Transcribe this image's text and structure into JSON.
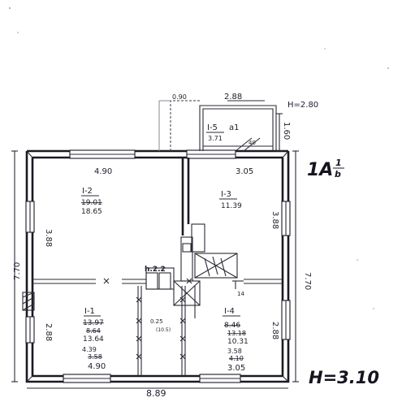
{
  "sheet": {
    "label": "1A",
    "label_fraction_top": "1",
    "label_fraction_bottom": "b",
    "height_main": "H=3.10",
    "height_annex": "H=2.80"
  },
  "dimensions": {
    "top_left": "4.90",
    "top_right": "3.05",
    "left_outer": "7.70",
    "right_outer": "7.70",
    "left_upper": "3.88",
    "right_upper": "3.88",
    "left_lower": "2.88",
    "right_lower": "2.88",
    "bottom": "8.89",
    "annex_width": "2.88",
    "annex_side": "1.60",
    "annex_left": "0.90",
    "annex_note": "40"
  },
  "rooms": [
    {
      "id": "room-1-2",
      "number": "I-2",
      "area_struck": "19.01",
      "area": "18.65"
    },
    {
      "id": "room-1-3",
      "number": "I-3",
      "area": "11.39"
    },
    {
      "id": "room-1-1",
      "number": "I-1",
      "area_struck": "13.97",
      "area_struck_2": "8.64",
      "area": "13.64",
      "sub_a": "4.39",
      "sub_b_struck": "3.58",
      "sub_b": "4.90"
    },
    {
      "id": "room-1-4",
      "number": "I-4",
      "area_struck": "8.46",
      "area_struck_2": "13.18",
      "area": "10.31",
      "sub_a": "3.58",
      "sub_b_struck": "4.10",
      "sub_b": "3.05"
    },
    {
      "id": "room-1-5",
      "number": "I-5",
      "suffix": "a1",
      "area": "3.71"
    }
  ],
  "notes": {
    "stove": "h.2.2",
    "hall_a": "0.25",
    "hall_b": "(10.5)",
    "mark_14": "14"
  }
}
